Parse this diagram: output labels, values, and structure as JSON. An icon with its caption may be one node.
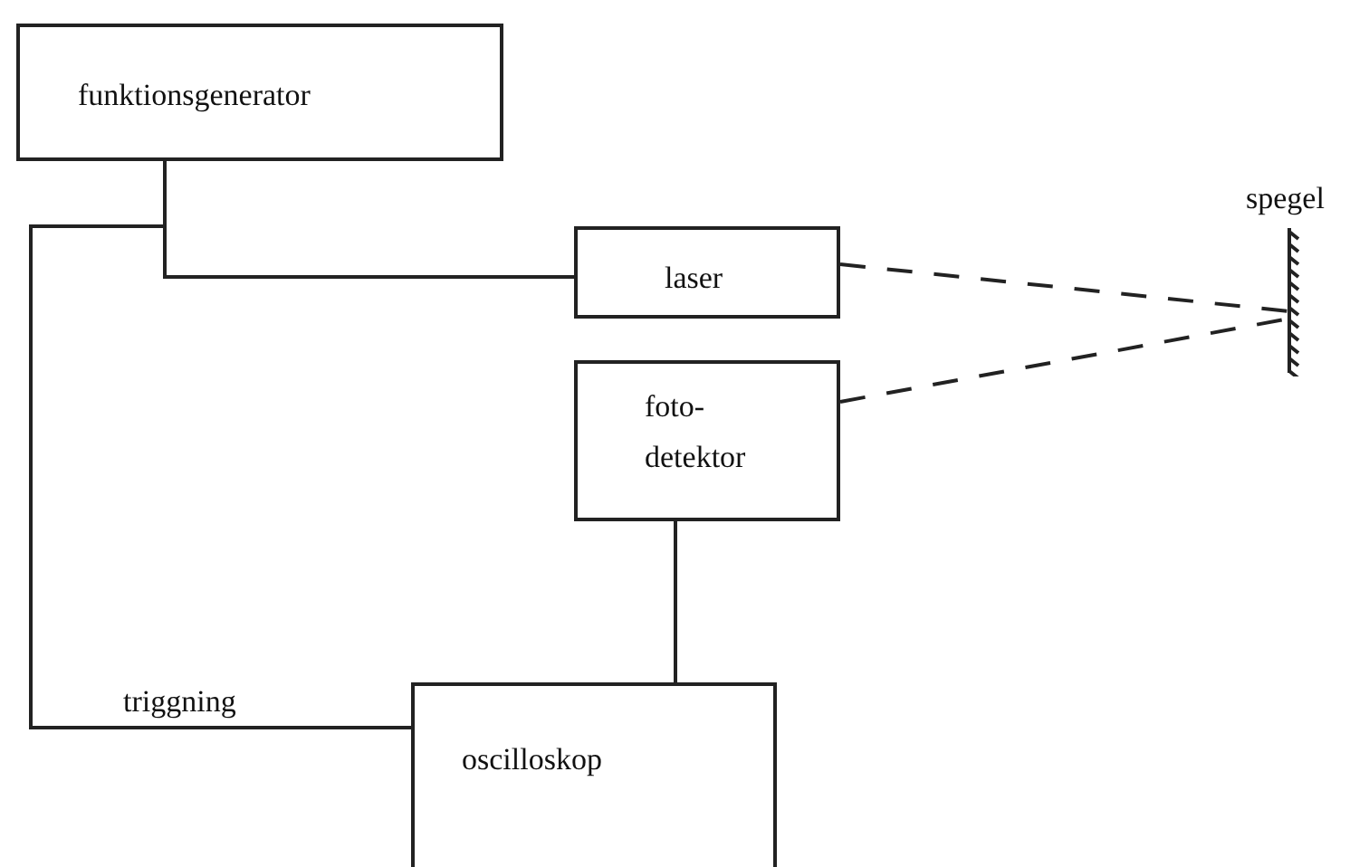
{
  "diagram": {
    "nodes": [
      {
        "text": [
          "funktionsgenerator"
        ]
      },
      {
        "text": [
          "laser"
        ]
      },
      {
        "text": [
          "foto- detektor"
        ]
      },
      {
        "text": [
          "oscilloskop"
        ]
      },
      {
        "text": [
          "spegel"
        ]
      }
    ],
    "edges": [
      {
        "from": 0,
        "to": 1,
        "arrow": "none"
      },
      {
        "from": 0,
        "to": 3,
        "arrow": "none",
        "label": "triggning"
      },
      {
        "from": 2,
        "to": 3,
        "arrow": "none"
      },
      {
        "from": 1,
        "to": 4,
        "arrow": "none",
        "style": "dashed"
      },
      {
        "from": 2,
        "to": 4,
        "arrow": "none",
        "style": "dashed"
      }
    ]
  }
}
